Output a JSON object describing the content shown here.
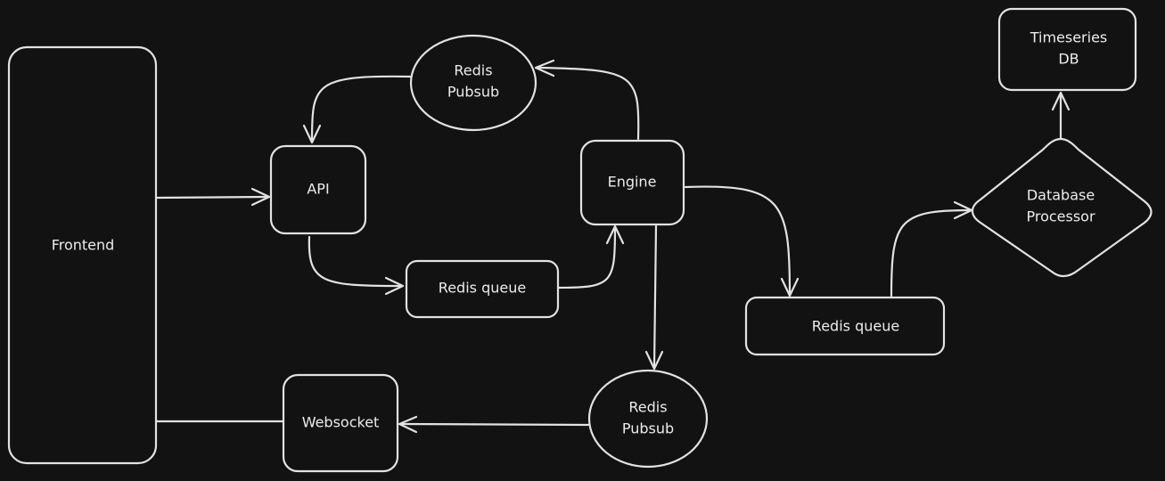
{
  "colors": {
    "background": "#121212",
    "stroke": "#e2e2e2",
    "text": "#ececec"
  },
  "nodes": {
    "frontend": "Frontend",
    "api": "API",
    "redis_pubsub_top_line1": "Redis",
    "redis_pubsub_top_line2": "Pubsub",
    "engine": "Engine",
    "redis_queue_api": "Redis queue",
    "redis_pubsub_bottom_line1": "Redis",
    "redis_pubsub_bottom_line2": "Pubsub",
    "websocket": "Websocket",
    "redis_queue_db": "Redis queue",
    "database_processor_line1": "Database",
    "database_processor_line2": "Processor",
    "timeseries_db_line1": "Timeseries",
    "timeseries_db_line2": "DB"
  },
  "edges": [
    {
      "from": "Frontend",
      "to": "API"
    },
    {
      "from": "API",
      "to": "Redis queue"
    },
    {
      "from": "Redis queue",
      "to": "Engine"
    },
    {
      "from": "Engine",
      "to": "Redis Pubsub"
    },
    {
      "from": "Redis Pubsub",
      "to": "API"
    },
    {
      "from": "Engine",
      "to": "Redis Pubsub"
    },
    {
      "from": "Redis Pubsub",
      "to": "Websocket"
    },
    {
      "from": "Websocket",
      "to": "Frontend"
    },
    {
      "from": "Engine",
      "to": "Redis queue"
    },
    {
      "from": "Redis queue",
      "to": "Database Processor"
    },
    {
      "from": "Database Processor",
      "to": "Timeseries DB"
    }
  ]
}
